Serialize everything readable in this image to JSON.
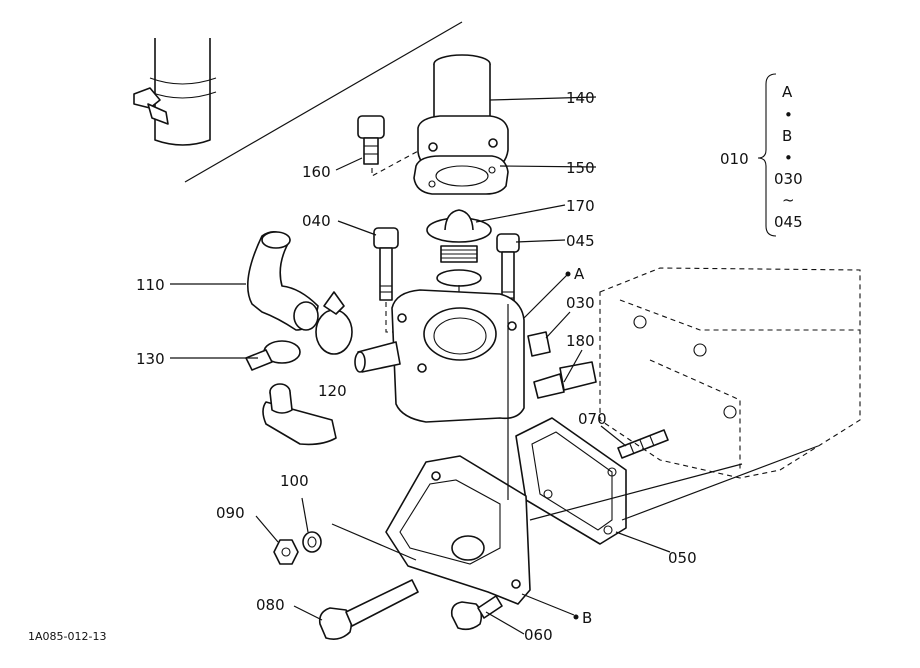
{
  "callouts": {
    "p140": "140",
    "p150": "150",
    "p160": "160",
    "p170": "170",
    "p040": "040",
    "p045": "045",
    "p110": "110",
    "pA": "A",
    "p030": "030",
    "p180": "180",
    "p130": "130",
    "p120": "120",
    "p070": "070",
    "p100": "100",
    "p090": "090",
    "p050": "050",
    "p080": "080",
    "pB": "B",
    "p060": "060"
  },
  "legend": {
    "group_id": "010",
    "items": [
      "A",
      "•",
      "B",
      "•",
      "030",
      "~",
      "045"
    ]
  },
  "figure_code": "1A085-012-13"
}
